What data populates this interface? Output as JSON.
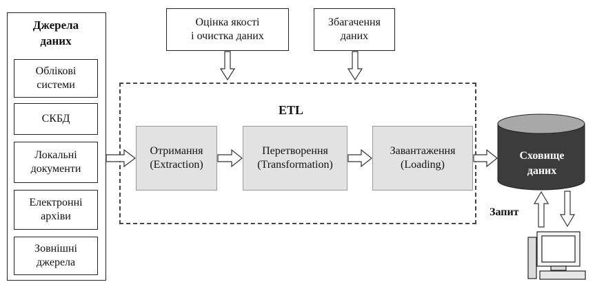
{
  "sources": {
    "title_line1": "Джерела",
    "title_line2": "даних",
    "items": [
      {
        "line1": "Облікові",
        "line2": "системи"
      },
      {
        "line1": "СКБД",
        "line2": ""
      },
      {
        "line1": "Локальні",
        "line2": "документи"
      },
      {
        "line1": "Електронні",
        "line2": "архіви"
      },
      {
        "line1": "Зовнішні",
        "line2": "джерела"
      }
    ]
  },
  "top_inputs": [
    {
      "line1": "Оцінка якості",
      "line2": "і очистка даних"
    },
    {
      "line1": "Збагачення",
      "line2": "даних"
    }
  ],
  "etl": {
    "title": "ETL",
    "stages": [
      {
        "line1": "Отримання",
        "line2": "(Extraction)"
      },
      {
        "line1": "Перетворення",
        "line2": "(Transformation)"
      },
      {
        "line1": "Завантаження",
        "line2": "(Loading)"
      }
    ]
  },
  "warehouse": {
    "line1": "Сховище",
    "line2": "даних"
  },
  "query_label": "Запит",
  "colors": {
    "stage_fill": "#e2e2e2",
    "cylinder_body": "#3c3c3c",
    "cylinder_top": "#a8a8a8"
  },
  "icons": [
    "hollow-arrow-right",
    "hollow-arrow-down",
    "hollow-arrow-up",
    "computer-icon"
  ]
}
